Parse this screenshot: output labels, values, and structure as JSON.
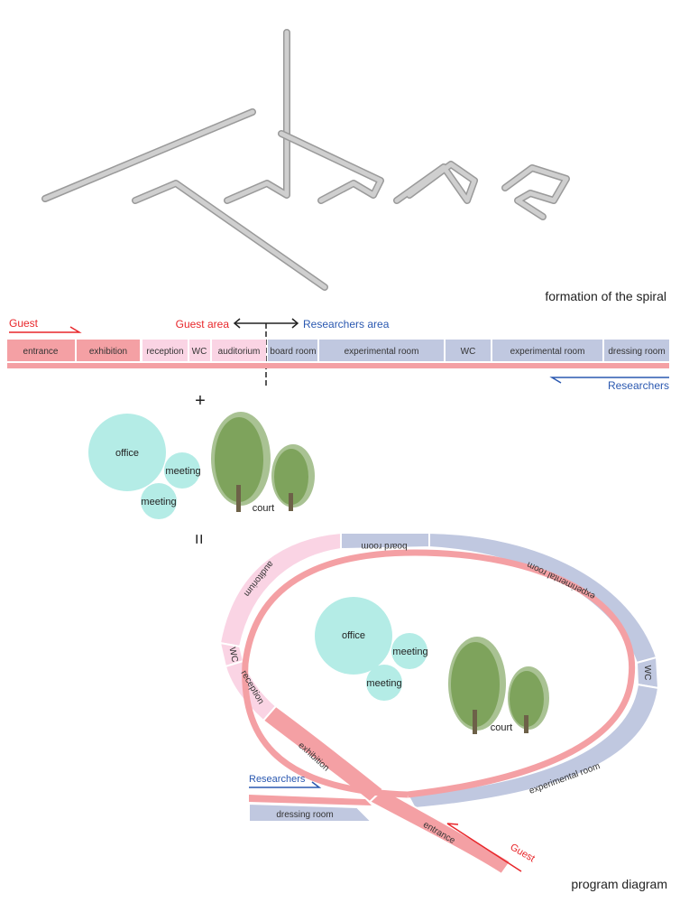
{
  "captions": {
    "spiral": "formation of the spiral",
    "program": "program diagram"
  },
  "legend": {
    "guest": "Guest",
    "guest_area": "Guest area",
    "researchers_area": "Researchers area",
    "researchers": "Researchers"
  },
  "strip": {
    "rooms": [
      {
        "label": "entrance",
        "zone": "guest"
      },
      {
        "label": "exhibition",
        "zone": "guest"
      },
      {
        "label": "reception",
        "zone": "public"
      },
      {
        "label": "WC",
        "zone": "public"
      },
      {
        "label": "auditorium",
        "zone": "public"
      },
      {
        "label": "board room",
        "zone": "research"
      },
      {
        "label": "experimental room",
        "zone": "research"
      },
      {
        "label": "WC",
        "zone": "research"
      },
      {
        "label": "experimental room",
        "zone": "research"
      },
      {
        "label": "dressing room",
        "zone": "research"
      }
    ]
  },
  "operators": {
    "plus": "+",
    "equals": "="
  },
  "cluster": {
    "office": "office",
    "meeting_1": "meeting",
    "meeting_2": "meeting",
    "court": "court"
  },
  "ring": {
    "board_room": "board room",
    "auditorium": "auditorium",
    "experimental_room_1": "experimental room",
    "wc_right": "WC",
    "experimental_room_2": "experimental room",
    "wc_left": "WC",
    "reception": "reception",
    "exhibition": "exhibition",
    "entrance": "entrance",
    "dressing_room": "dressing room",
    "researchers": "Researchers",
    "guest": "Guest",
    "office": "office",
    "meeting_1": "meeting",
    "meeting_2": "meeting",
    "court": "court"
  },
  "colors": {
    "guest_red": "#f4a0a4",
    "public_pink": "#fad4e4",
    "research_blue": "#c0c8e0",
    "teal": "#b4ece6",
    "tree_green": "#7ea35c",
    "tree_halo": "#a9c293",
    "trunk": "#6d6148",
    "rod": "#b9b9b9",
    "red_text": "#e8262a",
    "blue_text": "#2a58b0"
  }
}
